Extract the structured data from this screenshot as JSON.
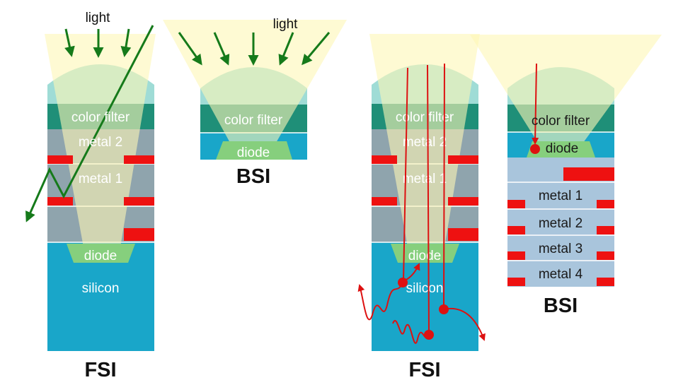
{
  "labels": {
    "light": "light",
    "color_filter": "color filter",
    "metal_1": "metal 1",
    "metal_2": "metal 2",
    "metal_3": "metal 3",
    "metal_4": "metal 4",
    "diode": "diode",
    "silicon": "silicon",
    "fsi": "FSI",
    "bsi": "BSI"
  },
  "colors": {
    "light_cone": "#fdf7b6",
    "microlens": "#9fdcd6",
    "color_filter": "#1f8f78",
    "metal_layer": "#8fa4ad",
    "silicon": "#19a6c9",
    "diode": "#86cf7d",
    "metal_bar": "#ee1111",
    "bsi_metal_layer": "#a9c5dc",
    "green_arrow": "#157a1a",
    "red_ray": "#dd1111"
  }
}
